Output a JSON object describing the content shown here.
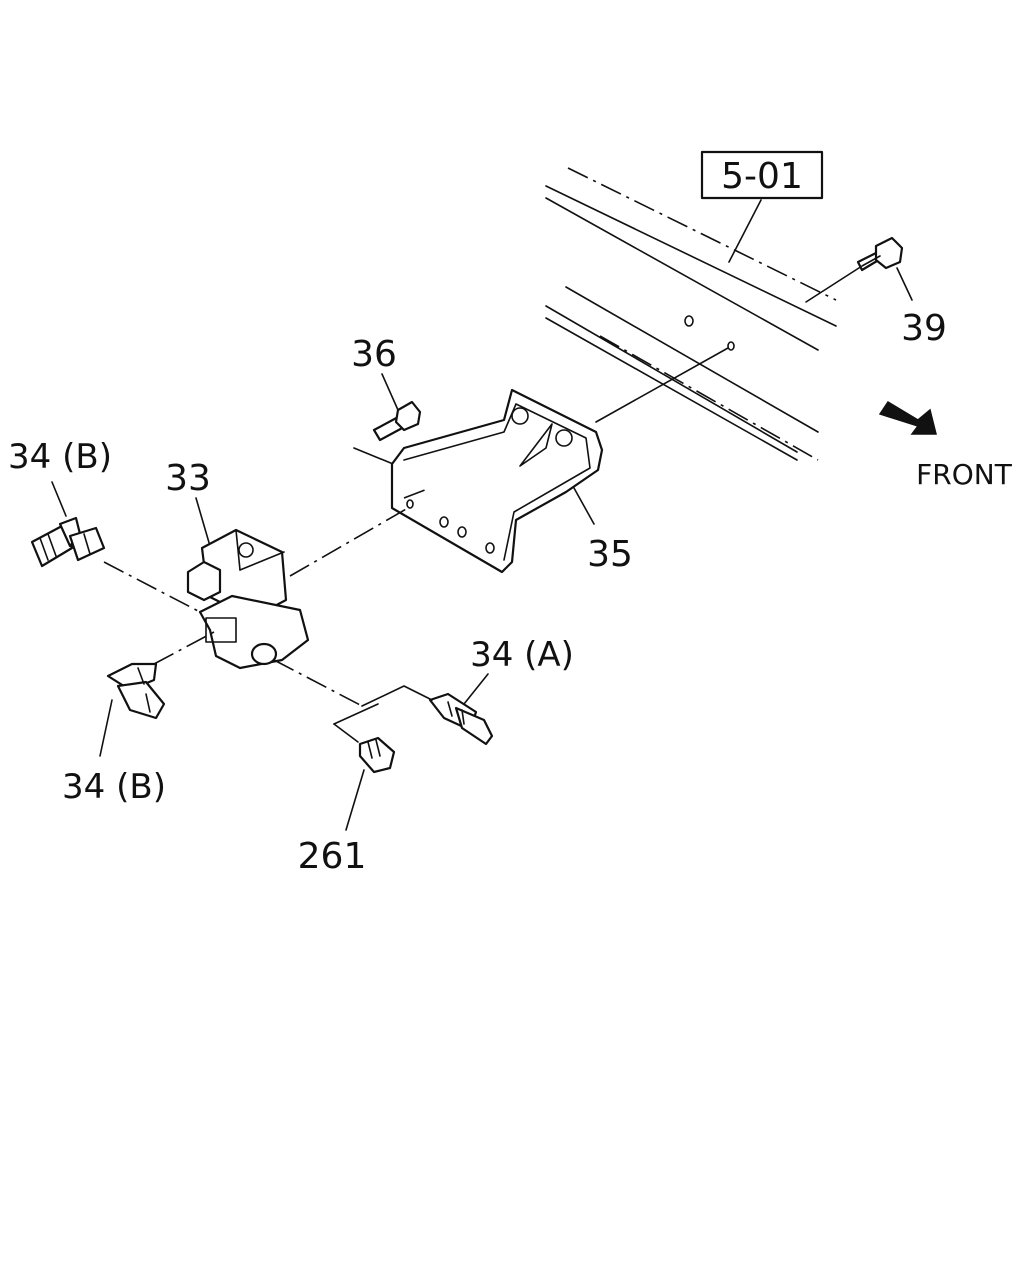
{
  "callouts": {
    "ref_box": "5-01",
    "p39": "39",
    "p36": "36",
    "p34b_top": "34 (B)",
    "p33": "33",
    "p35": "35",
    "p34a": "34 (A)",
    "p34b_bottom": "34 (B)",
    "p261": "261",
    "front": "FRONT"
  },
  "icons": {
    "direction": "front-arrow-icon"
  },
  "colors": {
    "line": "#111111",
    "background": "#ffffff"
  }
}
